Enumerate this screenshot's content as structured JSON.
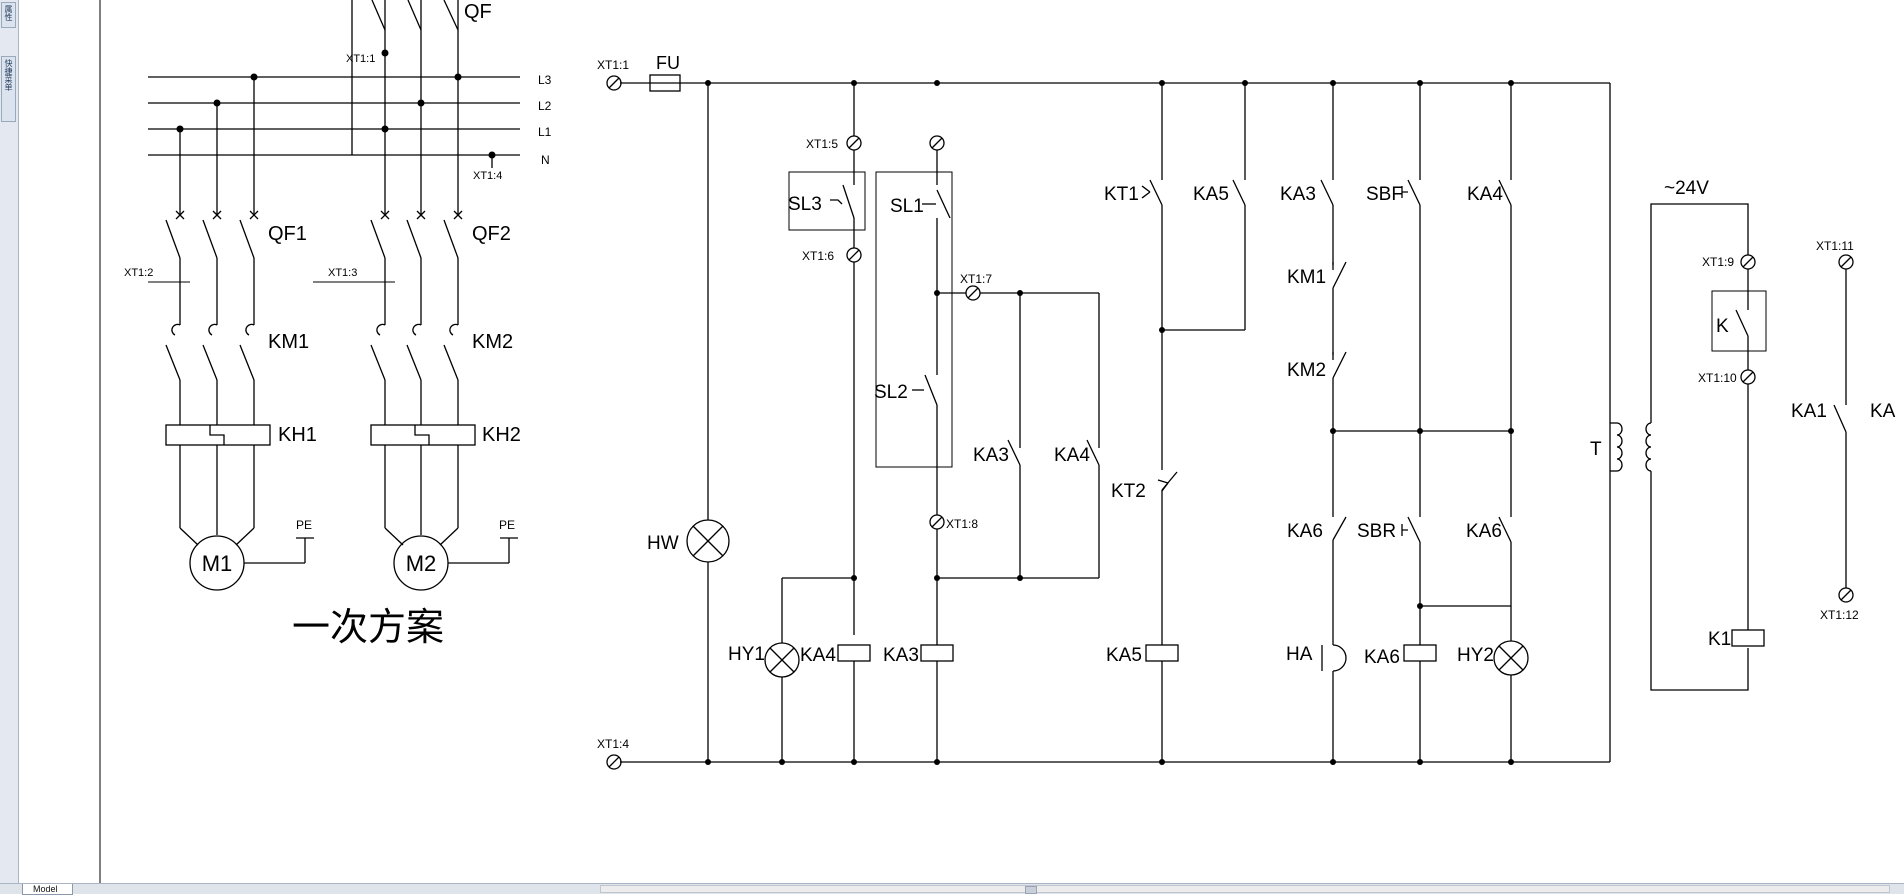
{
  "toolbar": {
    "btn1_label": "属性",
    "btn2_label": "快捷菜单"
  },
  "window_controls": {
    "minimize": "▭",
    "restore": "⧉",
    "close": "✕"
  },
  "tabs": {
    "model": "Model"
  },
  "primary": {
    "qf": "QF",
    "l3": "L3",
    "l2": "L2",
    "l1": "L1",
    "n": "N",
    "xt11": "XT1:1",
    "xt14": "XT1:4",
    "xt12": "XT1:2",
    "xt13": "XT1:3",
    "qf1": "QF1",
    "qf2": "QF2",
    "km1": "KM1",
    "km2": "KM2",
    "kh1": "KH1",
    "kh2": "KH2",
    "m1": "M1",
    "m2": "M2",
    "pe1": "PE",
    "pe2": "PE",
    "caption": "一次方案"
  },
  "control": {
    "xt11": "XT1:1",
    "fu": "FU",
    "xt14": "XT1:4",
    "hw": "HW",
    "xt15": "XT1:5",
    "xt16": "XT1:6",
    "xt17": "XT1:7",
    "xt18": "XT1:8",
    "sl3": "SL3",
    "sl1": "SL1",
    "sl2": "SL2",
    "ka3_nc": "KA3",
    "ka4_nc": "KA4",
    "hy1": "HY1",
    "ka4_coil": "KA4",
    "ka3_coil": "KA3",
    "kt1": "KT1",
    "ka5_c": "KA5",
    "kt2": "KT2",
    "ka5_coil": "KA5",
    "ka3_c": "KA3",
    "sbf": "SBF",
    "ka4_c": "KA4",
    "km1": "KM1",
    "km2": "KM2",
    "ka6_a": "KA6",
    "sbr": "SBR",
    "ka6_b": "KA6",
    "ha": "HA",
    "ka6_coil": "KA6",
    "hy2": "HY2",
    "t": "T",
    "v24": "~24V",
    "xt19": "XT1:9",
    "xt110": "XT1:10",
    "k": "K",
    "k1": "K1",
    "xt111": "XT1:11",
    "xt112": "XT1:12",
    "ka1": "KA1",
    "ka_cut": "KA"
  }
}
